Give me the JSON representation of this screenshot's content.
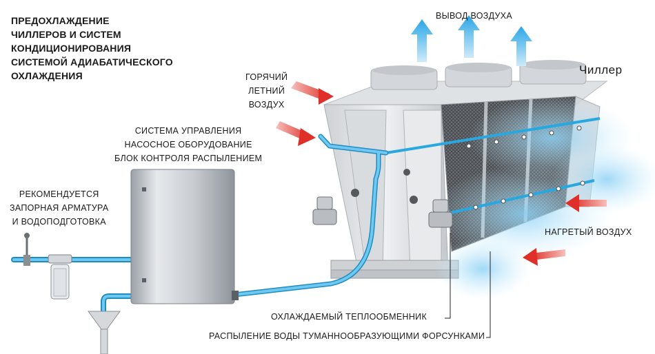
{
  "title": {
    "lines": [
      "ПРЕДОХЛАЖДЕНИЕ",
      "ЧИЛЛЕРОВ  И СИСТЕМ",
      "КОНДИЦИОНИРОВАНИЯ",
      "СИСТЕМОЙ АДИАБАТИЧЕСКОГО",
      "ОХЛАЖДЕНИЯ"
    ]
  },
  "labels": {
    "chiller": "Чиллер",
    "air_outflow": "ВЫВОД ВОЗДУХА",
    "hot_air": [
      "ГОРЯЧИЙ",
      "ЛЕТНИЙ",
      "ВОЗДУХ"
    ],
    "control_system": [
      "СИСТЕМА УПРАВЛЕНИЯ",
      "НАСОСНОЕ ОБОРУДОВАНИЕ",
      "БЛОК КОНТРОЛЯ РАСПЫЛЕНИЕМ"
    ],
    "recommended": [
      "РЕКОМЕНДУЕТСЯ",
      "ЗАПОРНАЯ АРМАТУРА",
      "И ВОДОПОДГОТОВКА"
    ],
    "heated_air": "НАГРЕТЫЙ ВОЗДУХ",
    "heat_exchanger": "ОХЛАЖДАЕМЫЙ ТЕПЛООБМЕННИК",
    "spraying": "РАСПЫЛЕНИЕ ВОДЫ ТУМАННООБРАЗУЮЩИМИ ФОРСУНКАМИ"
  },
  "colors": {
    "pipe": "#29a8e0",
    "hot_arrow": "#e2413a",
    "cool_arrow": "#5bb9ea",
    "cabinet": "#cfd3d8",
    "chiller_body": "#e4e6e8",
    "mist": "#9bd7f5"
  },
  "icons": {
    "arrows_up": "blue-up-arrow-icon",
    "hot_arrows": "red-arrow-icon",
    "valve": "solenoid-valve-icon",
    "filter": "water-filter-icon",
    "funnel": "drain-funnel-icon"
  }
}
